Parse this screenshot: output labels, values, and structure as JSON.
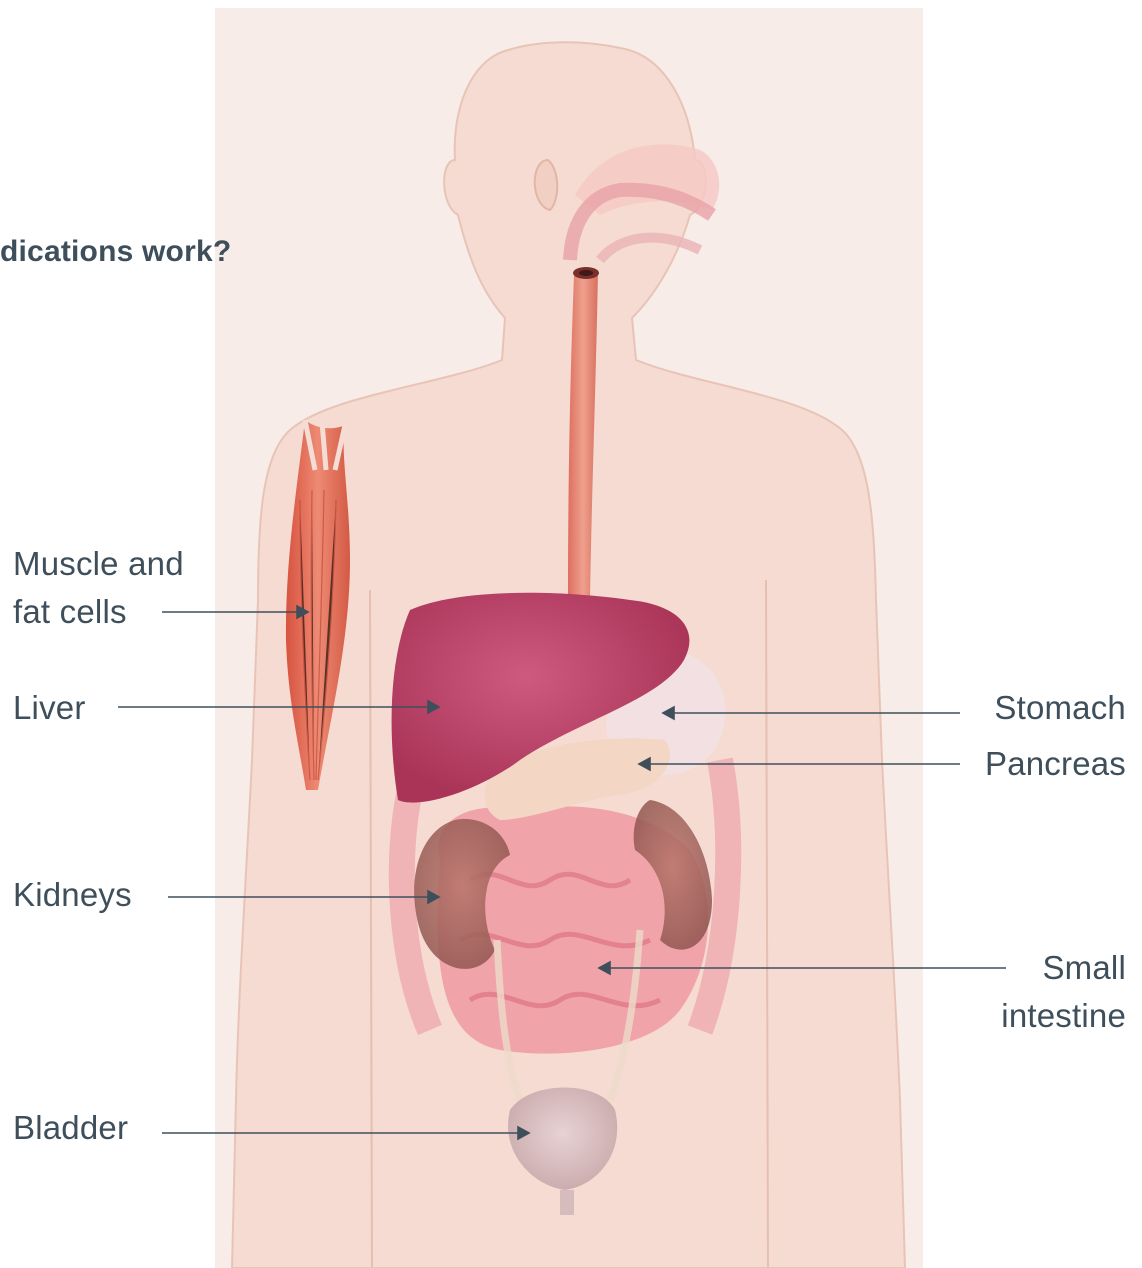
{
  "heading": "dications work?",
  "labels": {
    "muscle_line1": "Muscle and",
    "muscle_line2": "fat cells",
    "liver": "Liver",
    "kidneys": "Kidneys",
    "bladder": "Bladder",
    "stomach": "Stomach",
    "pancreas": "Pancreas",
    "small_intestine_line1": "Small",
    "small_intestine_line2": "intestine"
  },
  "colors": {
    "background": "#ffffff",
    "panel": "#f7ece8",
    "skin": "#f5d9cf",
    "skin_outline": "#e6bfb2",
    "label_text": "#3e4f5b",
    "leader_line": "#3e4f5b",
    "liver": "#c2486e",
    "muscle": "#e06a57",
    "esophagus": "#e98a78",
    "stomach": "#f3e4e6",
    "pancreas": "#f4d7c7",
    "intestine": "#f1a2a8",
    "kidney": "#a3605a",
    "bladder": "#d8bfc0"
  }
}
